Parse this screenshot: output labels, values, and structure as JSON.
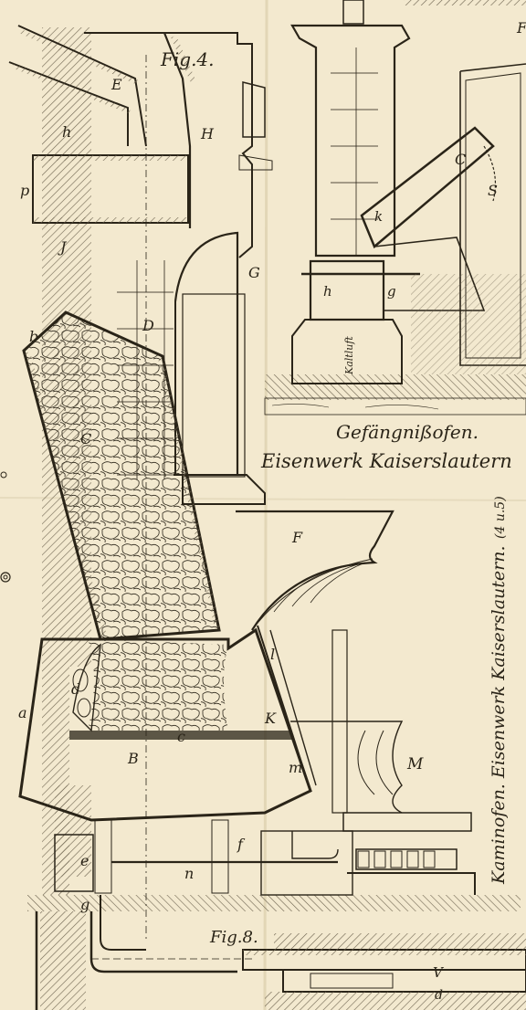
{
  "figures": {
    "fig4": "Fig.4.",
    "fig8": "Fig.8."
  },
  "captions": {
    "prison_stove_1": "Gefängnißofen.",
    "prison_stove_2": "Eisenwerk Kaiserslautern",
    "fireplace_stove": "Kaminofen. Eisenwerk Kaiserslautern.",
    "fireplace_stove_note": "(4 u.5)"
  },
  "labels": {
    "E": "E",
    "h_upper": "h",
    "p": "p",
    "H": "H",
    "J": "J",
    "G": "G",
    "D": "D",
    "b": "b",
    "C": "C",
    "F": "F",
    "d": "d",
    "a": "a",
    "l": "l",
    "K": "K",
    "c_lower": "c",
    "B": "B",
    "m": "m",
    "M": "M",
    "f": "f",
    "e": "e",
    "n": "n",
    "g_lower": "g",
    "C_upper": "C",
    "S": "S",
    "k": "k",
    "h_right": "h",
    "g_right": "g",
    "kaltluft": "Kaltluft",
    "V": "V",
    "d_bottom": "d",
    "fig_right_cut": "F"
  },
  "colors": {
    "paper": "#f3e9cf",
    "ink": "#2a2418",
    "hatch": "#6e6450"
  }
}
